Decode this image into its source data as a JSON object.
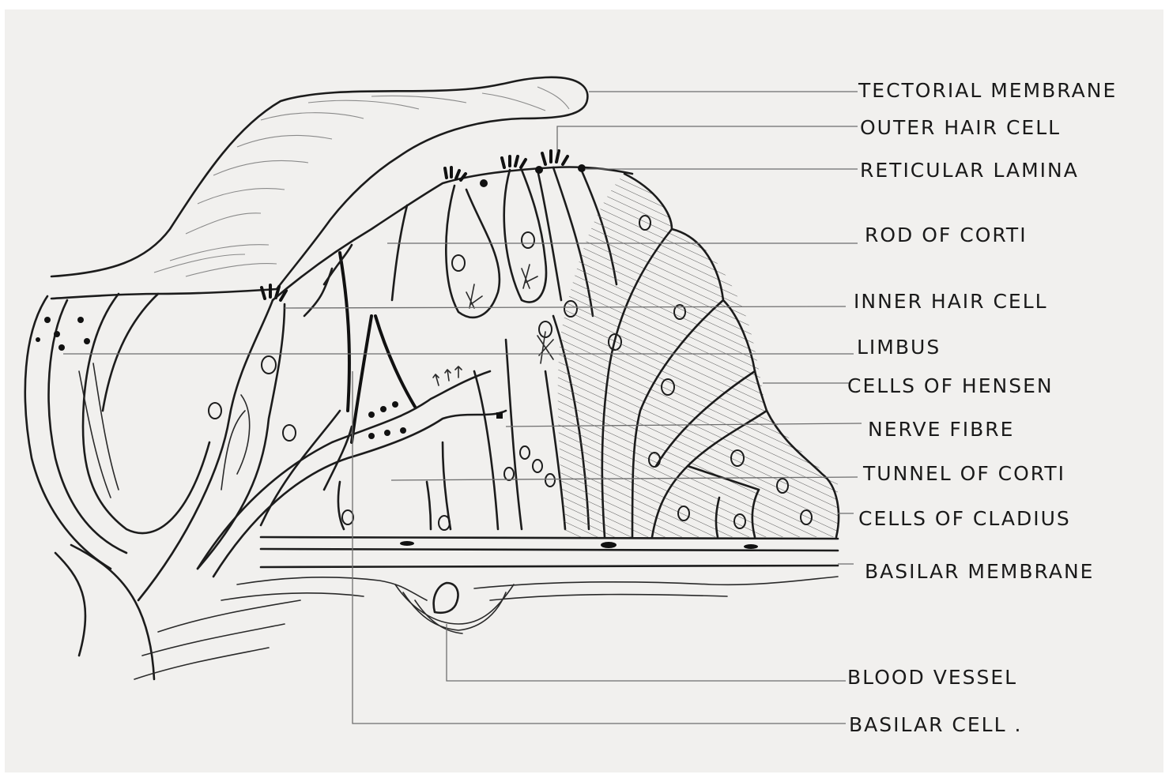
{
  "labels": {
    "tectorial_membrane": "TECTORIAL MEMBRANE",
    "outer_hair_cell": "OUTER HAIR CELL",
    "reticular_lamina": "RETICULAR LAMINA",
    "rod_of_corti": "ROD OF CORTI",
    "inner_hair_cell": "INNER HAIR CELL",
    "limbus": "LIMBUS",
    "cells_of_hensen": "CELLS OF HENSEN",
    "nerve_fibre": "NERVE FIBRE",
    "tunnel_of_corti": "TUNNEL OF CORTI",
    "cells_of_cladius": "CELLS OF CLADIUS",
    "basilar_membrane": "BASILAR MEMBRANE",
    "blood_vessel": "BLOOD VESSEL",
    "basilar_cell": "BASILAR CELL ."
  }
}
